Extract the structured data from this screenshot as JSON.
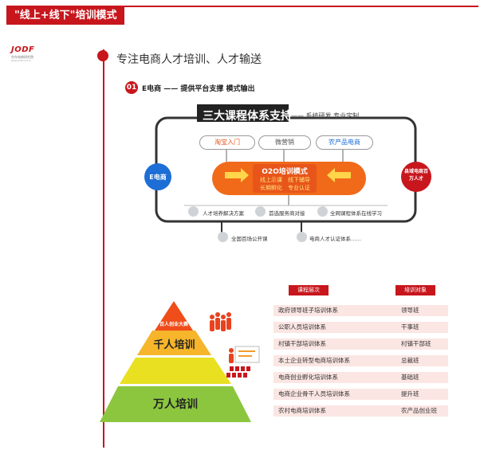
{
  "header": {
    "title": "\"线上+线下\"培训模式"
  },
  "logo": {
    "main": "JODF",
    "sub": "京东电商研究院",
    "sub2": "www.jodf.com.cn"
  },
  "headline": "专注电商人才培训、人才输送",
  "section": {
    "num": "01",
    "title": "E电商 —— 提供平台支撑  模式输出"
  },
  "diagram": {
    "box_title": "三大课程体系支持",
    "box_sub": "—— 系统研发  专业定制",
    "pills": [
      "淘宝入门",
      "微营销",
      "农产品电商"
    ],
    "left_circle": "E电商",
    "right_circle": "县域电商百万人才",
    "o2o": {
      "title": "O2O培训模式",
      "items": [
        "线上示课",
        "线下辅导",
        "长期孵化",
        "专业认证"
      ]
    },
    "bottom": [
      "人才培养解决方案",
      "首选服务商对接",
      "全网课程体系在线学习",
      "全国百场公开课",
      "电商人才认证体系……"
    ]
  },
  "pyramid": {
    "top": "百人创业大赛",
    "mid": "千人培训",
    "bot": "万人培训"
  },
  "table": {
    "headers": [
      "课程层次",
      "培训对象"
    ],
    "rows": [
      [
        "政府领导班子培训体系",
        "领导班"
      ],
      [
        "公职人员培训体系",
        "干事班"
      ],
      [
        "村镇干部培训体系",
        "村镇干部班"
      ],
      [
        "本土企业转型电商培训体系",
        "总裁班"
      ],
      [
        "电商创业孵化培训体系",
        "基础班"
      ],
      [
        "电商企业骨干人员培训体系",
        "提升班"
      ],
      [
        "农村电商培训体系",
        "农产品创业班"
      ]
    ]
  }
}
